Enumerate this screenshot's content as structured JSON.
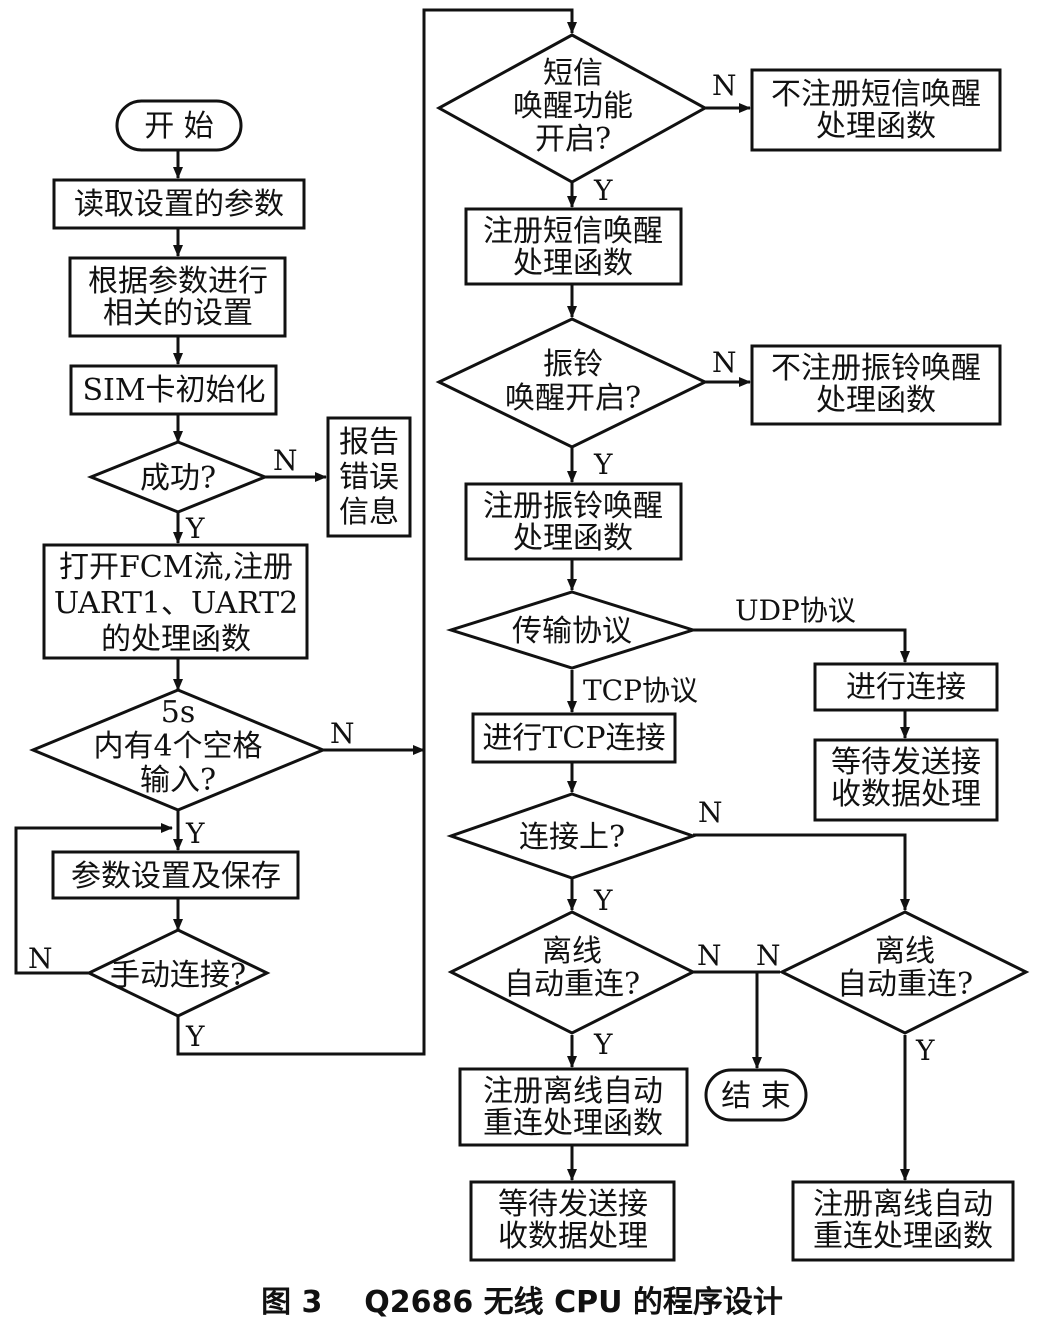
{
  "nodes": {
    "start": [
      "开    始"
    ],
    "read_params": [
      "读取设置的参数"
    ],
    "config": [
      "根据参数进行",
      "相关的设置"
    ],
    "sim_init": [
      "SIM卡初始化"
    ],
    "success_q": [
      "成功?"
    ],
    "report_error": [
      "报告",
      "错误",
      "信息"
    ],
    "open_fcm": [
      "打开FCM流,注册",
      "UART1、UART2",
      "的处理函数"
    ],
    "space_q": [
      "5s",
      "内有4个空格",
      "输入?"
    ],
    "param_save": [
      "参数设置及保存"
    ],
    "manual_q": [
      "手动连接?"
    ],
    "sms_q": [
      "短信",
      "唤醒功能",
      "开启?"
    ],
    "no_sms": [
      "不注册短信唤醒",
      "处理函数"
    ],
    "reg_sms": [
      "注册短信唤醒",
      "处理函数"
    ],
    "ring_q": [
      "振铃",
      "唤醒开启?"
    ],
    "no_ring": [
      "不注册振铃唤醒",
      "处理函数"
    ],
    "reg_ring": [
      "注册振铃唤醒",
      "处理函数"
    ],
    "proto_q": [
      "传输协议"
    ],
    "udp_connect": [
      "进行连接"
    ],
    "udp_wait": [
      "等待发送接",
      "收数据处理"
    ],
    "tcp_connect": [
      "进行TCP连接"
    ],
    "connected_q": [
      "连接上?"
    ],
    "offline_q1": [
      "离线",
      "自动重连?"
    ],
    "offline_q2": [
      "离线",
      "自动重连?"
    ],
    "end": [
      "结  束"
    ],
    "reg_offline1": [
      "注册离线自动",
      "重连处理函数"
    ],
    "wait_data": [
      "等待发送接",
      "收数据处理"
    ],
    "reg_offline2": [
      "注册离线自动",
      "重连处理函数"
    ]
  },
  "labels": {
    "success_n": "N",
    "success_y": "Y",
    "space_n": "N",
    "space_y": "Y",
    "manual_n": "N",
    "manual_y": "Y",
    "sms_n": "N",
    "sms_y": "Y",
    "ring_n": "N",
    "ring_y": "Y",
    "udp": "UDP协议",
    "tcp": "TCP协议",
    "connected_n": "N",
    "connected_y": "Y",
    "offline1_n": "N",
    "offline1_y": "Y",
    "offline2_n": "N",
    "offline2_y": "Y"
  },
  "caption": "图 3    Q2686 无线 CPU 的程序设计",
  "colors": {
    "stroke": "#111111",
    "background": "#ffffff"
  }
}
